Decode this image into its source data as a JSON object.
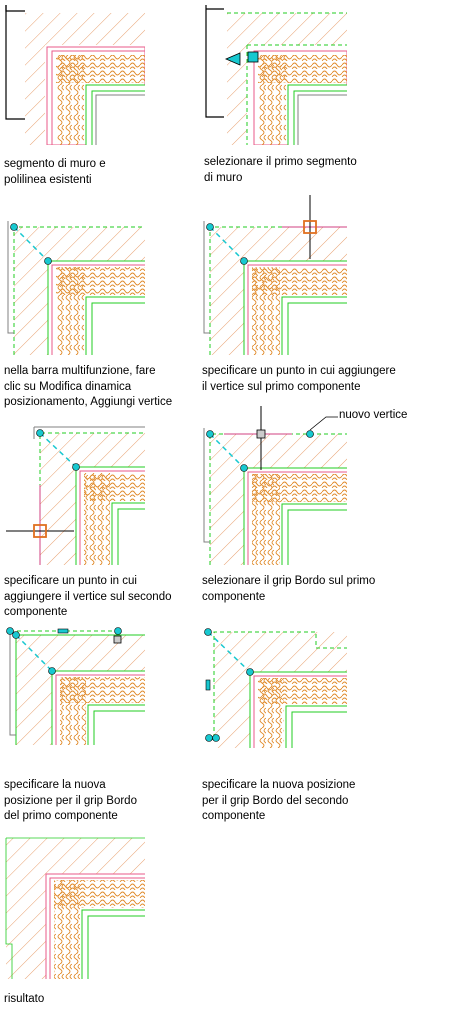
{
  "captions": {
    "step1": "segmento di muro e\npolilinea esistenti",
    "step2": "selezionare il primo segmento\ndi muro",
    "step3": "nella barra multifunzione, fare\nclic su Modifica dinamica\nposizionamento, Aggiungi vertice",
    "step4": "specificare un punto in cui aggiungere\nil vertice sul primo componente",
    "step5": "specificare un punto in cui\naggiungere il vertice sul secondo\ncomponente",
    "step6": "selezionare il grip Bordo sul primo\ncomponente",
    "step7": "specificare la nuova\nposizione per il grip Bordo\ndel primo componente",
    "step8": "specificare la nuova posizione\nper il grip Bordo del secondo\ncomponente",
    "step9": "risultato"
  },
  "callout": {
    "new_vertex": "nuovo vertice"
  },
  "colors": {
    "hatch": "#e8a070",
    "insulation": "#e08a2a",
    "green": "#22cc22",
    "pink": "#e85a8a",
    "grip": "#18c8d0",
    "marker": "#e07020",
    "outline": "#000000",
    "grey": "#808080"
  },
  "icons": [
    "vertex-grip-icon",
    "edge-grip-icon",
    "pick-box-icon",
    "crosshair-icon",
    "direction-arrow-icon"
  ]
}
